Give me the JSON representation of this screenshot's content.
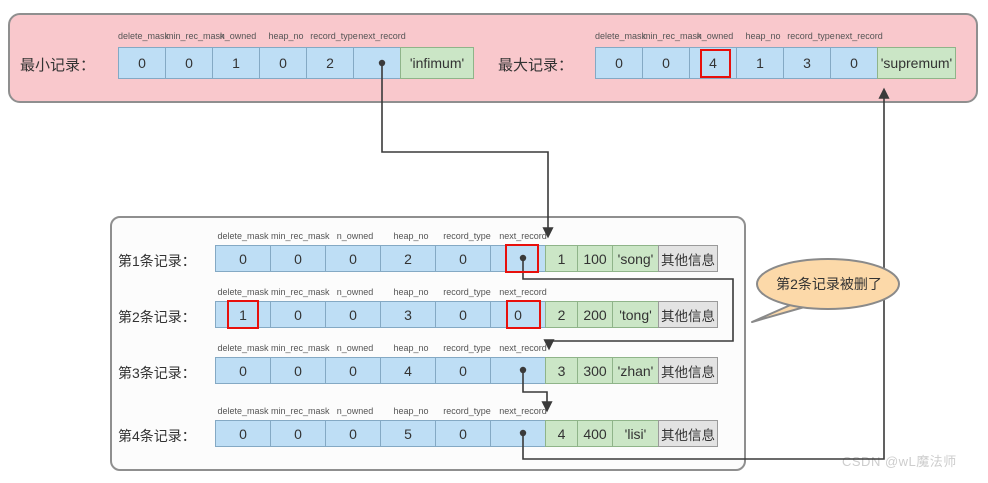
{
  "field_headers": [
    "delete_mask",
    "min_rec_mask",
    "n_owned",
    "heap_no",
    "record_type",
    "next_record"
  ],
  "banner": {
    "min": {
      "label": "最小记录：",
      "cells": [
        "0",
        "0",
        "1",
        "0",
        "2",
        ""
      ],
      "value": "'infimum'"
    },
    "max": {
      "label": "最大记录：",
      "cells": [
        "0",
        "0",
        "4",
        "1",
        "3",
        "0"
      ],
      "value": "'supremum'"
    }
  },
  "records": [
    {
      "label": "第1条记录：",
      "cells": [
        "0",
        "0",
        "0",
        "2",
        "0",
        ""
      ],
      "key": "1",
      "col": "100",
      "name": "'song'",
      "other": "其他信息"
    },
    {
      "label": "第2条记录：",
      "cells": [
        "1",
        "0",
        "0",
        "3",
        "0",
        "0"
      ],
      "key": "2",
      "col": "200",
      "name": "'tong'",
      "other": "其他信息"
    },
    {
      "label": "第3条记录：",
      "cells": [
        "0",
        "0",
        "0",
        "4",
        "0",
        ""
      ],
      "key": "3",
      "col": "300",
      "name": "'zhan'",
      "other": "其他信息"
    },
    {
      "label": "第4条记录：",
      "cells": [
        "0",
        "0",
        "0",
        "5",
        "0",
        ""
      ],
      "key": "4",
      "col": "400",
      "name": "'lisi'",
      "other": "其他信息"
    }
  ],
  "bubble": {
    "text": "第2条记录被删了"
  },
  "watermark": {
    "text": "CSDN @wL魔法师"
  },
  "colors": {
    "banner-bg": "#f9c8cc",
    "banner-border": "#8f8f8f",
    "cell-blue": "#bedef5",
    "cell-blue-border": "#84a9c4",
    "cell-green": "#cbe6c6",
    "cell-green-border": "#8fb489",
    "cell-gray": "#e3e3e3",
    "cell-gray-border": "#9a9a9a",
    "highlight-red": "#e8100c",
    "bubble-bg": "#fcd9a9",
    "bubble-border": "#8a8a8a",
    "line": "#3a3a3a",
    "watermark": "#cdcdcd",
    "text": "#333333"
  }
}
